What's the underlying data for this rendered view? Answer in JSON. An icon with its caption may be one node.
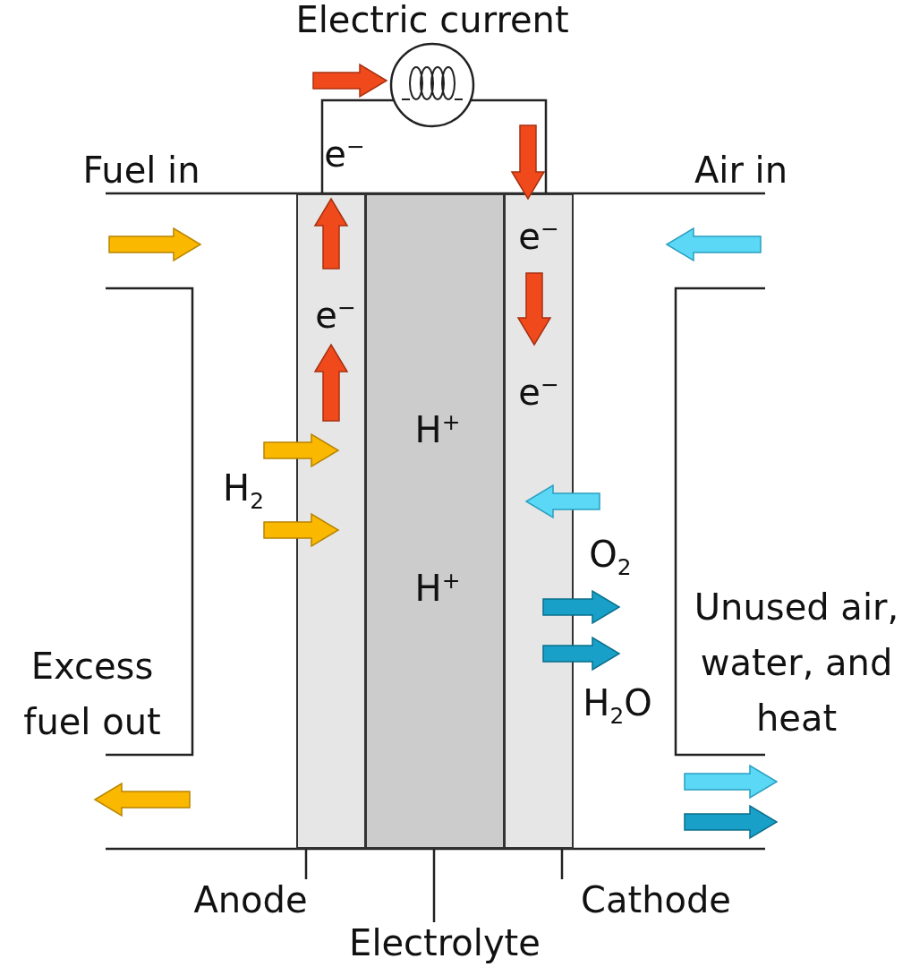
{
  "diagram": {
    "nodes": [
      {
        "text": [],
        "shape": "circle",
        "beside": [
          "Electric current"
        ]
      },
      {
        "text": [
          "e$^{−}$"
        ]
      },
      {
        "text": [
          "H$^{+}$",
          "H$^{+}$"
        ]
      },
      {
        "text": [
          "e$^{−}$",
          "e$^{−}$"
        ]
      },
      {
        "text": [
          "Anode"
        ]
      },
      {
        "text": [
          "Electrolyte"
        ]
      },
      {
        "text": [
          "Cathode"
        ]
      }
    ],
    "edges": [
      {
        "from": 1,
        "to": 0,
        "arrow": "none"
      },
      {
        "from": 0,
        "to": 3,
        "arrow": "none"
      },
      {
        "from": 4,
        "to": 1,
        "arrow": "none"
      },
      {
        "from": 5,
        "to": 2,
        "arrow": "none"
      },
      {
        "from": 6,
        "to": 3,
        "arrow": "none"
      }
    ],
    "labels": [
      "e$^{−}$",
      "Fuel in",
      "Air in",
      "H$_{2}$",
      "O$_{2}$",
      "Unused air, water, and heat",
      "Excess fuel out",
      "H$_{2}$O"
    ]
  }
}
